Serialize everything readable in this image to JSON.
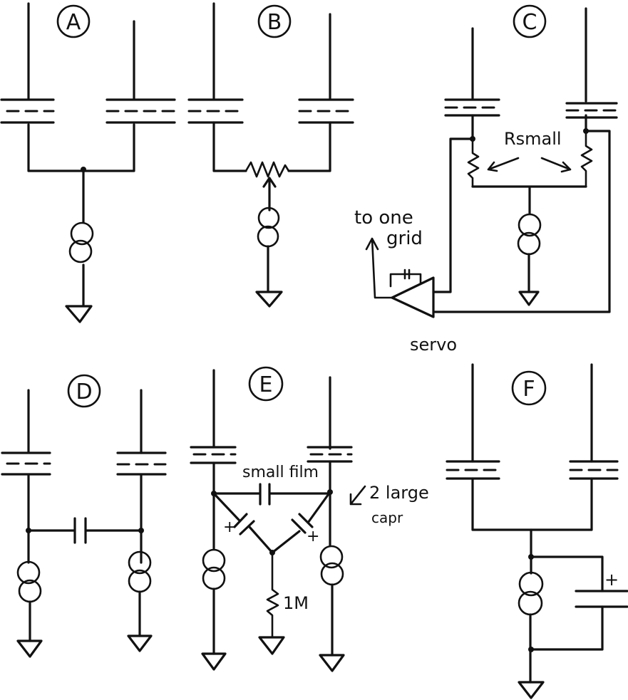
{
  "panels": {
    "a": {
      "label": "A"
    },
    "b": {
      "label": "B"
    },
    "c": {
      "label": "C",
      "rsmall": "Rsmall",
      "to_grid_line1": "to one",
      "to_grid_line2": "grid",
      "servo": "servo",
      "cap_mark": "-|I-"
    },
    "d": {
      "label": "D"
    },
    "e": {
      "label": "E",
      "small_film": "small film",
      "large_caps_line1": "2 large",
      "large_caps_line2": "capr",
      "resistor": "1M",
      "plus": "+"
    },
    "f": {
      "label": "F",
      "plus": "+"
    }
  },
  "colors": {
    "ink": "#111111",
    "paper": "#ffffff"
  }
}
